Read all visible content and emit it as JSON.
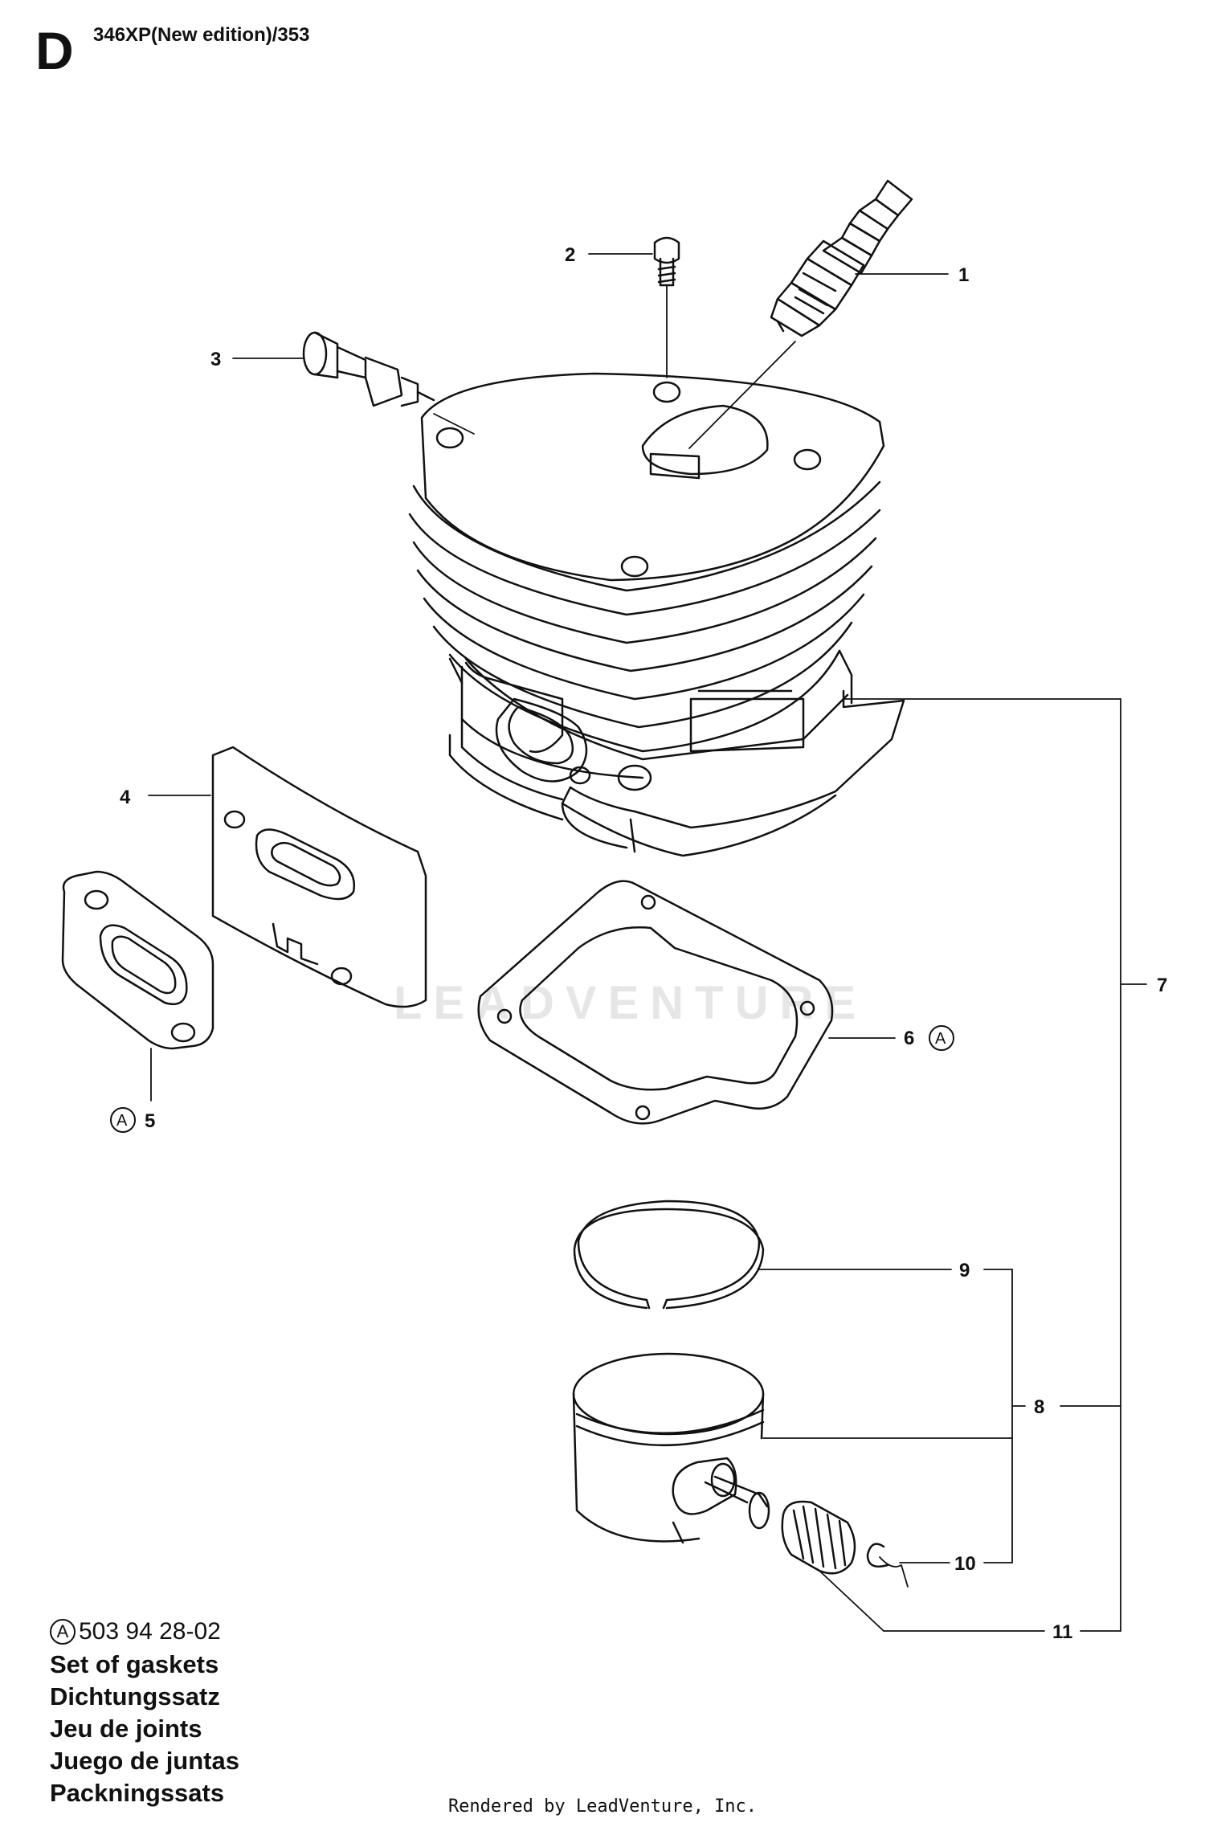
{
  "header": {
    "section_letter": "D",
    "model": "346XP(New edition)/353"
  },
  "callouts": {
    "c1": "1",
    "c2": "2",
    "c3": "3",
    "c4": "4",
    "c5": "5",
    "c6": "6",
    "c7": "7",
    "c8": "8",
    "c9": "9",
    "c10": "10",
    "c11": "11",
    "ref": "A"
  },
  "kit": {
    "badge": "A",
    "part_number": "503 94 28-02",
    "names": [
      "Set of gaskets",
      "Dichtungssatz",
      "Jeu de joints",
      "Juego de juntas",
      "Packningssats"
    ]
  },
  "watermark": "LEADVENTURE",
  "footer": "Rendered by LeadVenture, Inc."
}
